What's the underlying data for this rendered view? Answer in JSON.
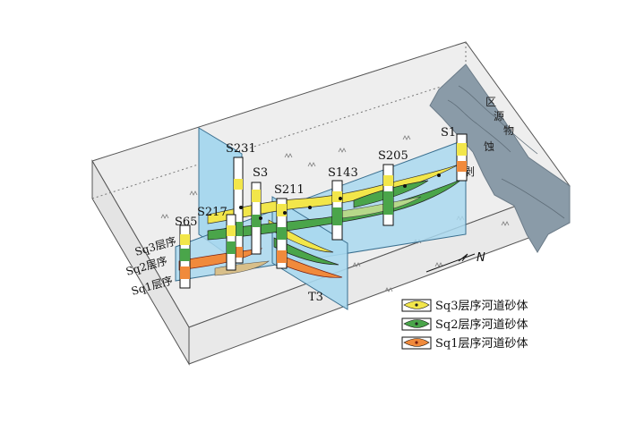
{
  "region": {
    "label_chars": [
      "区",
      "源",
      "物",
      "剥",
      "蚀"
    ]
  },
  "wells": [
    "S231",
    "S3",
    "S211",
    "S143",
    "S205",
    "S1",
    "S217",
    "S65",
    "T3"
  ],
  "sequences": [
    "Sq3层序",
    "Sq2层序",
    "Sq1层序"
  ],
  "north_label": "N",
  "legend": [
    {
      "label": "Sq3层序河道砂体",
      "color": "#f2e64a",
      "dot": "#222222"
    },
    {
      "label": "Sq2层序河道砂体",
      "color": "#4aa54a",
      "dot": "#222222"
    },
    {
      "label": "Sq1层序河道砂体",
      "color": "#f08a3c",
      "dot": "#7a1f10"
    }
  ],
  "colors": {
    "block_top": "#eeeeee",
    "block_side": "#e2e2e2",
    "section": "#a9d8ee",
    "provenance": "#8a9ba8"
  }
}
